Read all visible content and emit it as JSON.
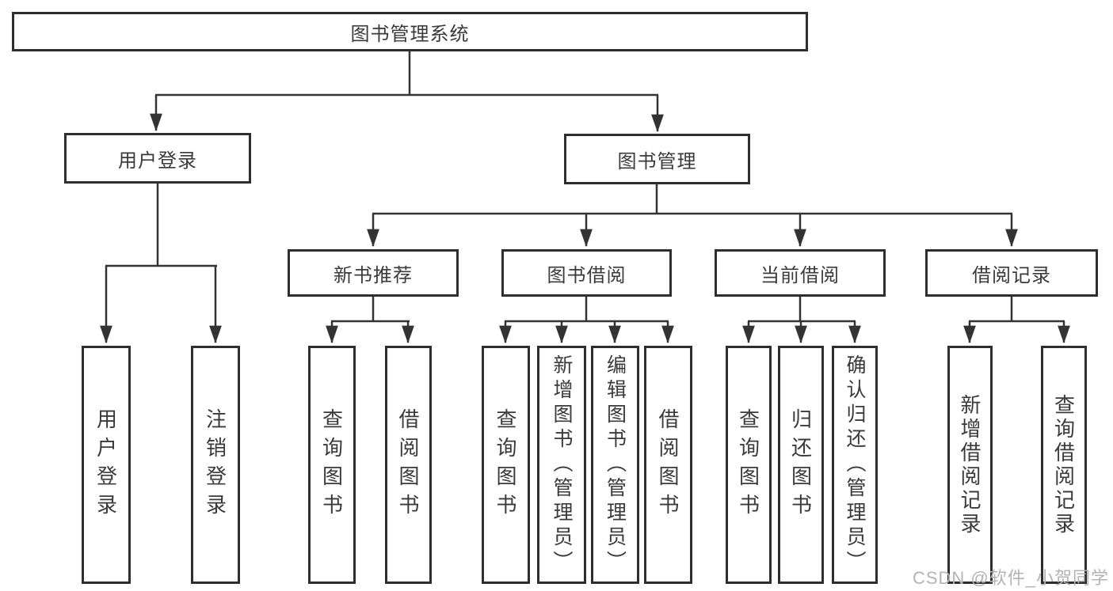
{
  "diagram": {
    "type": "tree",
    "root": {
      "label": "图书管理系统"
    },
    "branches": [
      {
        "label": "用户登录",
        "parent": "图书管理系统"
      },
      {
        "label": "图书管理",
        "parent": "图书管理系统"
      }
    ],
    "groups": [
      {
        "label": "新书推荐",
        "parent": "图书管理"
      },
      {
        "label": "图书借阅",
        "parent": "图书管理"
      },
      {
        "label": "当前借阅",
        "parent": "图书管理"
      },
      {
        "label": "借阅记录",
        "parent": "图书管理"
      }
    ],
    "leaves": [
      {
        "label": "用户登录",
        "parent": "用户登录"
      },
      {
        "label": "注销登录",
        "parent": "用户登录"
      },
      {
        "label": "查询图书",
        "parent": "新书推荐"
      },
      {
        "label": "借阅图书",
        "parent": "新书推荐"
      },
      {
        "label": "查询图书",
        "parent": "图书借阅"
      },
      {
        "label": "新增图书（管理员）",
        "parent": "图书借阅"
      },
      {
        "label": "编辑图书（管理员）",
        "parent": "图书借阅"
      },
      {
        "label": "借阅图书",
        "parent": "图书借阅"
      },
      {
        "label": "查询图书",
        "parent": "当前借阅"
      },
      {
        "label": "归还图书",
        "parent": "当前借阅"
      },
      {
        "label": "确认归还（管理员）",
        "parent": "当前借阅"
      },
      {
        "label": "新增借阅记录",
        "parent": "借阅记录"
      },
      {
        "label": "查询借阅记录",
        "parent": "借阅记录"
      }
    ],
    "colors": {
      "line": "#333333",
      "box_border": "#2e2e2e",
      "text": "#3a3a3a",
      "background": "#ffffff",
      "watermark": "#b3b3b3"
    }
  },
  "watermark": {
    "text": "CSDN @软件_小贺同学"
  }
}
